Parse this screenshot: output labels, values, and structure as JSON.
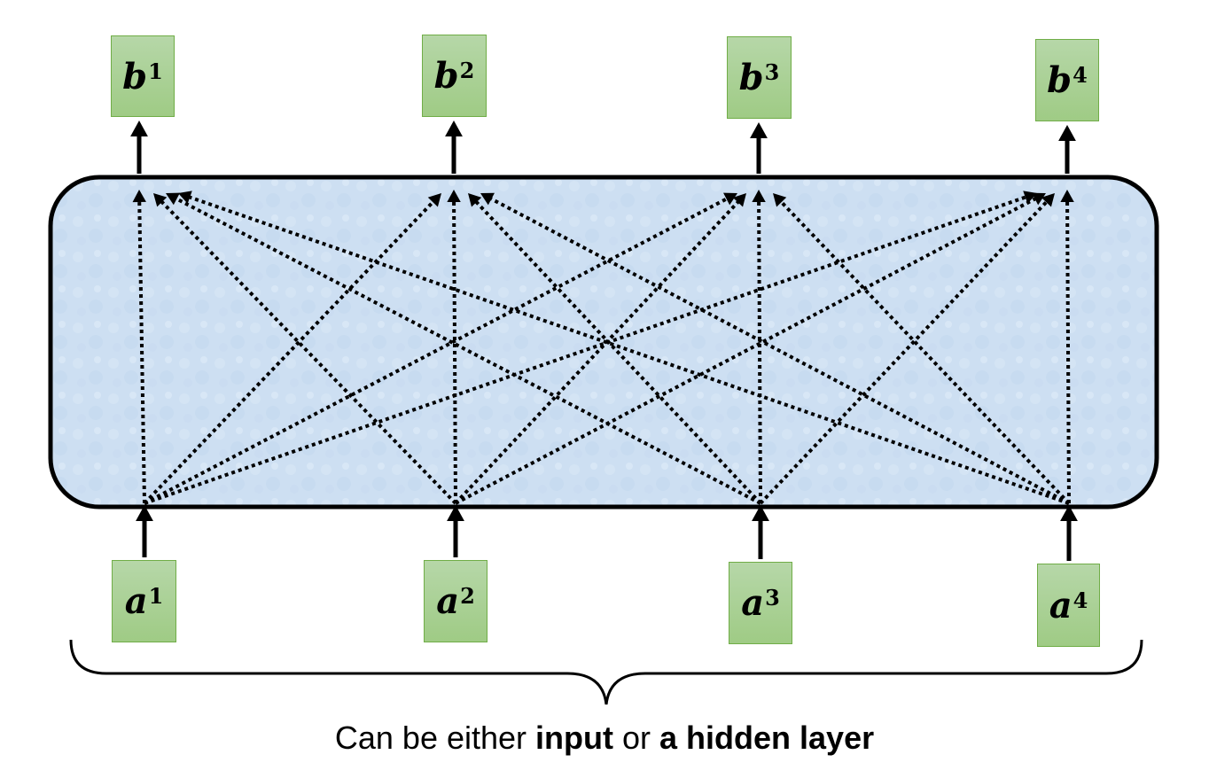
{
  "diagram": {
    "outputs": [
      {
        "base": "b",
        "sup": "1"
      },
      {
        "base": "b",
        "sup": "2"
      },
      {
        "base": "b",
        "sup": "3"
      },
      {
        "base": "b",
        "sup": "4"
      }
    ],
    "inputs": [
      {
        "base": "a",
        "sup": "1"
      },
      {
        "base": "a",
        "sup": "2"
      },
      {
        "base": "a",
        "sup": "3"
      },
      {
        "base": "a",
        "sup": "4"
      }
    ],
    "connections": "fully-connected",
    "colors": {
      "node_fill": "#a9d18e",
      "node_border": "#70ad47",
      "layer_fill": "#cfe0f3",
      "layer_border": "#000000"
    }
  },
  "caption": {
    "part1": "Can be either ",
    "bold1": "input",
    "part2": " or ",
    "bold2": "a hidden layer"
  }
}
